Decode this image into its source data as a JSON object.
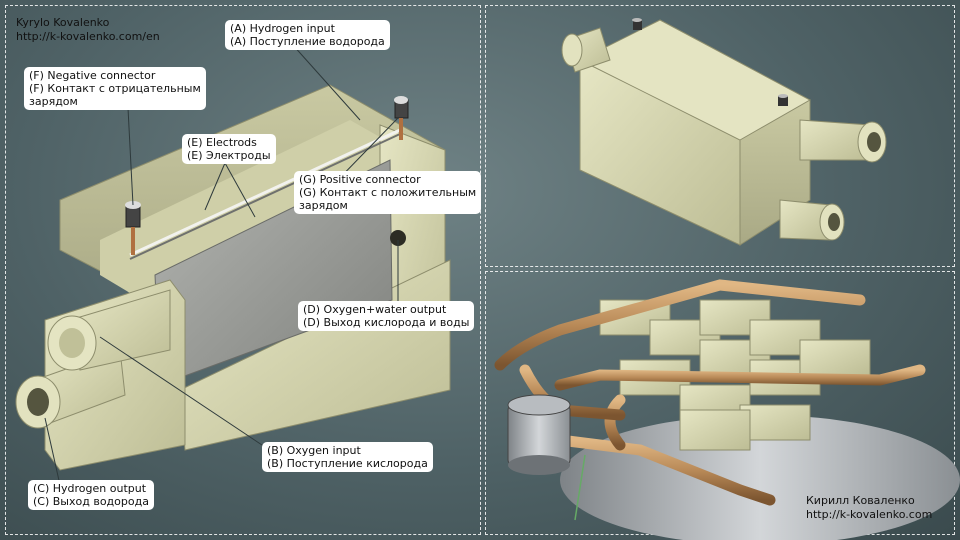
{
  "credits": {
    "top_left": {
      "name": "Kyrylo Kovalenko",
      "url": "http://k-kovalenko.com/en"
    },
    "bottom_right": {
      "name": "Кирилл Коваленко",
      "url": "http://k-kovalenko.com"
    }
  },
  "labels": {
    "A": {
      "en": "(A) Hydrogen input",
      "ru": "(A) Поступление водорода"
    },
    "F": {
      "en": "(F) Negative connector",
      "ru1": "(F) Контакт с отрицательным",
      "ru2": "зарядом"
    },
    "E": {
      "en": "(E) Electrods",
      "ru": "(E) Электроды"
    },
    "G": {
      "en": "(G) Positive connector",
      "ru1": "(G) Контакт с положительным",
      "ru2": "зарядом"
    },
    "D": {
      "en": "(D) Oxygen+water output",
      "ru": "(D) Выход кислорода и воды"
    },
    "B": {
      "en": "(B) Oxygen input",
      "ru": "(B) Поступление кислорода"
    },
    "C": {
      "en": "(C) Hydrogen output",
      "ru": "(C) Выход водорода"
    }
  },
  "colors": {
    "housing": "#d8d8b0",
    "electrode": "#9a9c98",
    "pipe": "#b98a58",
    "panel_border": "#ffffff"
  }
}
